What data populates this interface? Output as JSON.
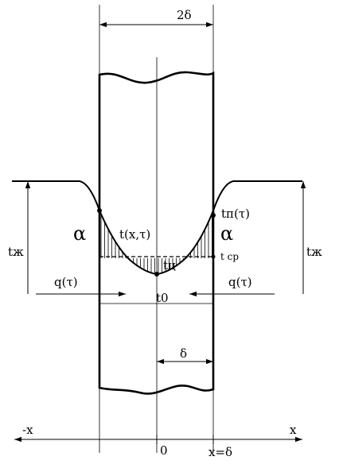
{
  "labels": {
    "width_2delta": "2δ",
    "alpha_left": "α",
    "alpha_right": "α",
    "t_x_tau": "t(x,τ)",
    "t_surface": "tп(τ)",
    "t_center": "tц",
    "t_avg": "t ср",
    "t_fluid_left": "tж",
    "t_fluid_right": "tж",
    "q_left": "q(τ)",
    "q_right": "q(τ)",
    "t0": "t0",
    "delta": "δ",
    "axis_neg_x": "-x",
    "axis_x": "x",
    "origin": "0",
    "x_eq_delta": "x=δ"
  }
}
